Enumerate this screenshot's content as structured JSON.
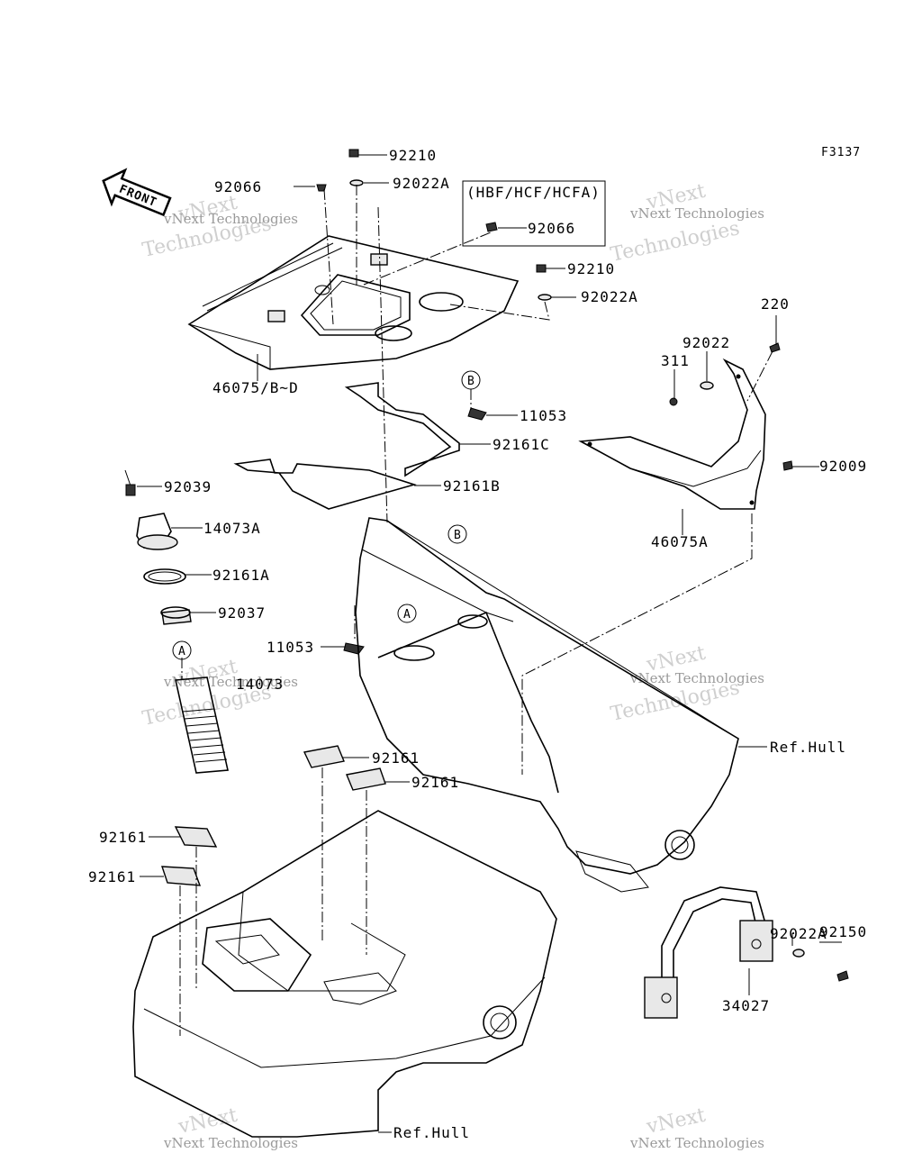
{
  "figure_code": "F3137",
  "front_label": "FRONT",
  "variant_box": "(HBF/HCF/HCFA)",
  "callouts": {
    "a": "A",
    "b": "B"
  },
  "parts": {
    "p92210_top": "92210",
    "p92022A_top": "92022A",
    "p92066_left": "92066",
    "p92066_box": "92066",
    "p92210_mid": "92210",
    "p92022A_mid": "92022A",
    "p46075BD": "46075/B~D",
    "p11053_upper": "11053",
    "p92161C": "92161C",
    "p92161B": "92161B",
    "p220": "220",
    "p92022": "92022",
    "p311": "311",
    "p92009": "92009",
    "p46075A": "46075A",
    "p92039": "92039",
    "p14073A": "14073A",
    "p92161A": "92161A",
    "p92037": "92037",
    "p11053_lower": "11053",
    "p14073": "14073",
    "ref_hull_right": "Ref.Hull",
    "p92161_a": "92161",
    "p92161_b": "92161",
    "p92161_c": "92161",
    "p92161_d": "92161",
    "p92022A_low": "92022A",
    "p92150": "92150",
    "p34027": "34027",
    "ref_hull_bottom": "Ref.Hull"
  },
  "watermark": {
    "main": "vNext",
    "sub": "Technologies",
    "caption": "vNext Technologies"
  }
}
